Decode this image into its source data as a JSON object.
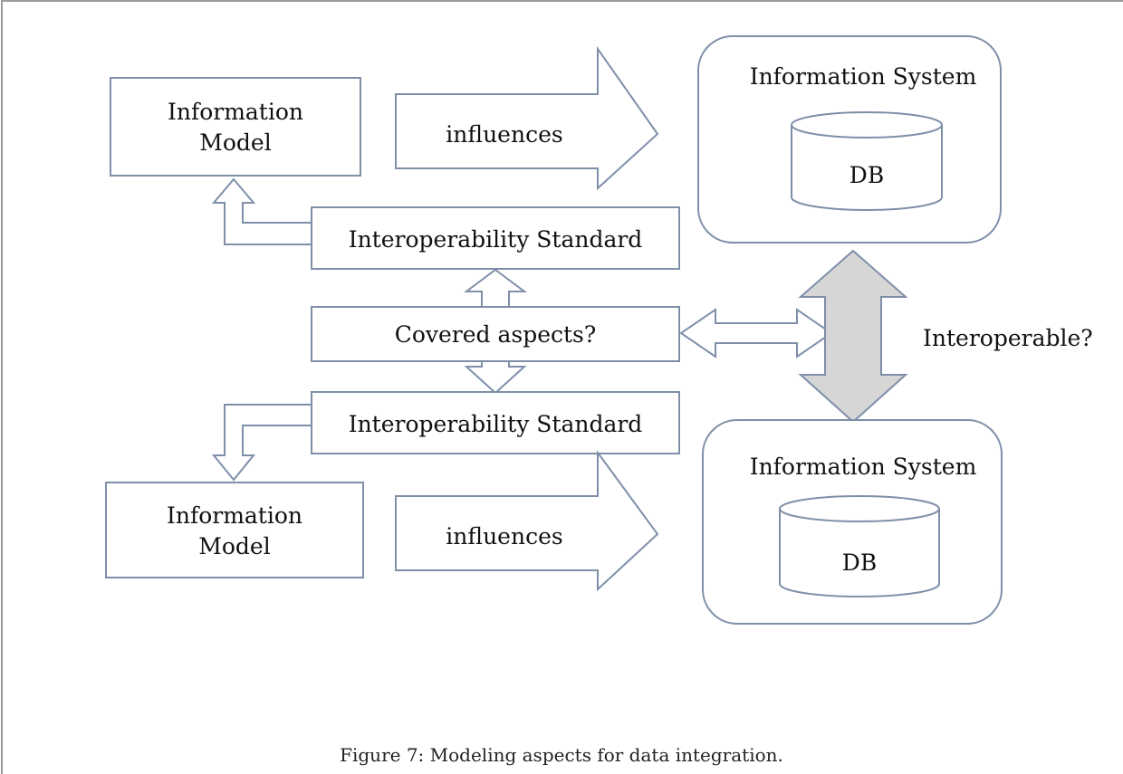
{
  "diagram": {
    "top": {
      "model_label_line1": "Information",
      "model_label_line2": "Model",
      "influences_label": "influences",
      "system_label": "Information System",
      "db_label": "DB",
      "standard_label": "Interoperability Standard"
    },
    "middle": {
      "covered_aspects_label": "Covered aspects?",
      "interoperable_label": "Interoperable?"
    },
    "bottom": {
      "model_label_line1": "Information",
      "model_label_line2": "Model",
      "influences_label": "influences",
      "system_label": "Information System",
      "db_label": "DB",
      "standard_label": "Interoperability Standard"
    },
    "colors": {
      "stroke": "#7f8fa8",
      "text": "#111111",
      "double_arrow_fill": "#d6d6d6"
    }
  },
  "caption": "Figure 7: Modeling aspects for data integration."
}
